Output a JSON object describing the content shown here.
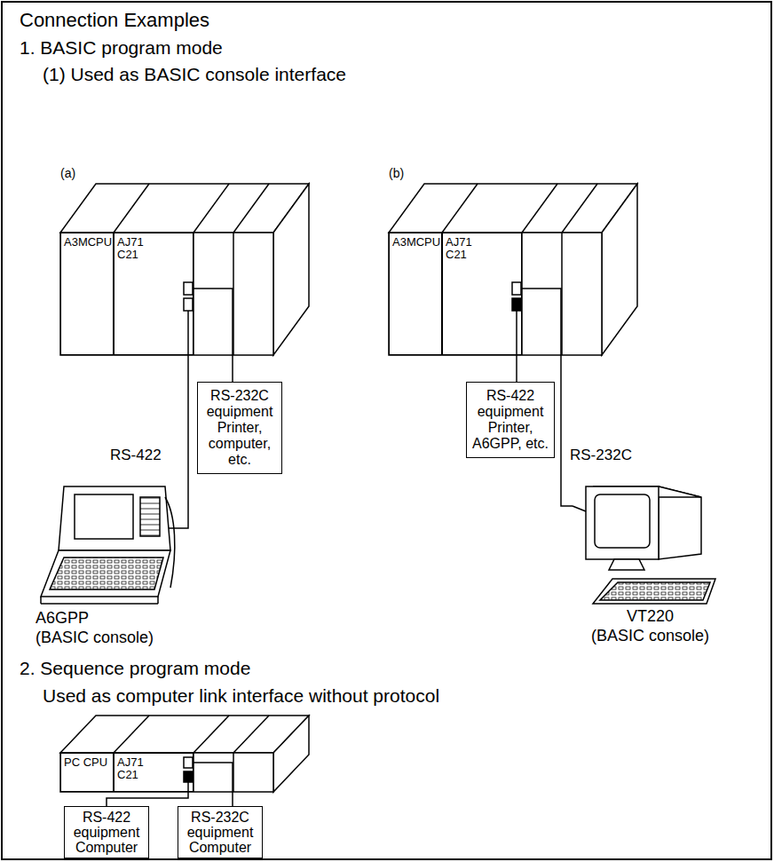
{
  "diagram": {
    "title": "Connection Examples",
    "nodes": [
      {
        "text": [
          "A3MCPU"
        ]
      },
      {
        "text": [
          "AJ71 C21"
        ]
      },
      {
        "text": [
          "RS-232C equipment",
          "Printer, computer, etc."
        ]
      },
      {
        "text": [
          "A6GPP",
          "(BASIC console)"
        ]
      },
      {
        "text": [
          "A3MCPU"
        ]
      },
      {
        "text": [
          "AJ71 C21"
        ]
      },
      {
        "text": [
          "RS-422 equipment",
          "Printer, A6GPP, etc."
        ]
      },
      {
        "text": [
          "VT220",
          "(BASIC console)"
        ]
      },
      {
        "text": [
          "PC CPU"
        ]
      },
      {
        "text": [
          "AJ71 C21"
        ]
      },
      {
        "text": [
          "RS-422 equipment",
          "Computer"
        ]
      },
      {
        "text": [
          "RS-232C equipment",
          "Computer"
        ]
      }
    ],
    "edges": [
      {
        "from": 1,
        "to": 2,
        "arrow": "none"
      },
      {
        "from": 1,
        "to": 3,
        "label": "RS-422",
        "arrow": "none"
      },
      {
        "from": 5,
        "to": 6,
        "arrow": "none"
      },
      {
        "from": 5,
        "to": 7,
        "label": "RS-232C",
        "arrow": "none"
      },
      {
        "from": 9,
        "to": 10,
        "arrow": "none"
      },
      {
        "from": 9,
        "to": 11,
        "arrow": "none"
      }
    ],
    "labels": [
      "1. BASIC program mode",
      "(1) Used as BASIC console interface",
      "(a)",
      "(b)",
      "2. Sequence program mode",
      "Used as computer link interface without protocol"
    ]
  }
}
